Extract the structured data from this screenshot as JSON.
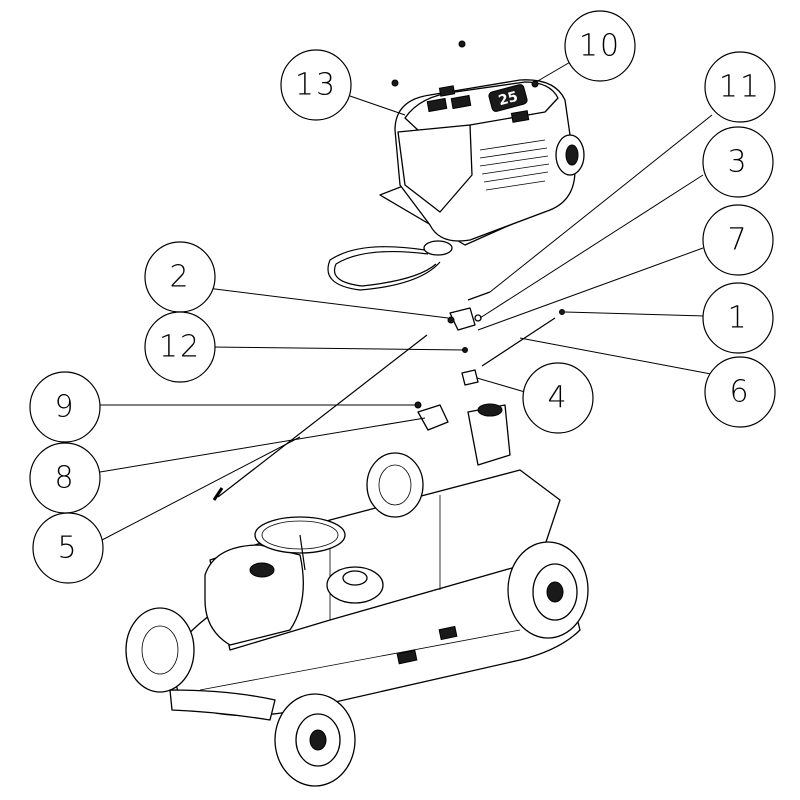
{
  "diagram": {
    "callouts": [
      {
        "id": "c1",
        "label": "1"
      },
      {
        "id": "c2",
        "label": "2"
      },
      {
        "id": "c3",
        "label": "3"
      },
      {
        "id": "c4",
        "label": "4"
      },
      {
        "id": "c5",
        "label": "5"
      },
      {
        "id": "c6",
        "label": "6"
      },
      {
        "id": "c7",
        "label": "7"
      },
      {
        "id": "c8",
        "label": "8"
      },
      {
        "id": "c9",
        "label": "9"
      },
      {
        "id": "c10",
        "label": "10"
      },
      {
        "id": "c11",
        "label": "11"
      },
      {
        "id": "c12",
        "label": "12"
      },
      {
        "id": "c13",
        "label": "13"
      }
    ],
    "engine_badge": "25"
  },
  "colors": {
    "line": "#000000",
    "background": "#ffffff",
    "dark_fill": "#1a1a1a"
  }
}
